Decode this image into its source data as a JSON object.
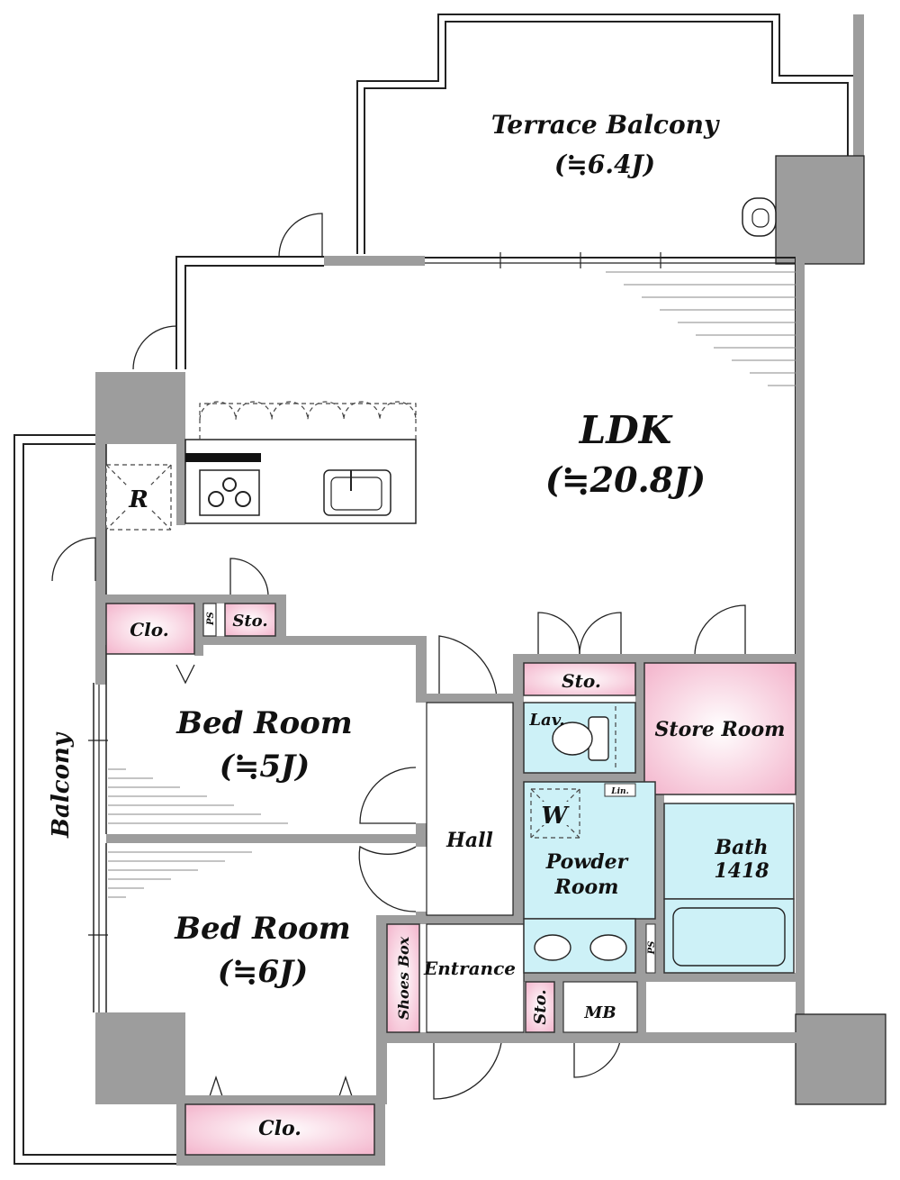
{
  "rooms": {
    "terrace_name": "Terrace Balcony",
    "terrace_size": "(≒6.4J)",
    "ldk_name": "LDK",
    "ldk_size": "(≒20.8J)",
    "bed1_name": "Bed Room",
    "bed1_size": "(≒5J)",
    "bed2_name": "Bed Room",
    "bed2_size": "(≒6J)",
    "balcony": "Balcony",
    "hall": "Hall",
    "powder_room_line1": "Powder",
    "powder_room_line2": "Room",
    "bath_line1": "Bath",
    "bath_line2": "1418",
    "store_room": "Store Room",
    "entrance": "Entrance",
    "shoes_box": "Shoes Box",
    "mb": "MB",
    "lav": "Lav.",
    "sto_top": "Sto.",
    "sto_mid": "Sto.",
    "sto_bottom": "Sto.",
    "clo_top": "Clo.",
    "clo_bottom": "Clo.",
    "refrigerator": "R",
    "washer": "W",
    "ps_top": "PS",
    "ps_bath": "PS",
    "linen": "Lin."
  },
  "colors": {
    "wall": "#9d9d9d",
    "storage_pink": "#f6c9d8",
    "wet_area_cyan": "#cdf1f7"
  }
}
